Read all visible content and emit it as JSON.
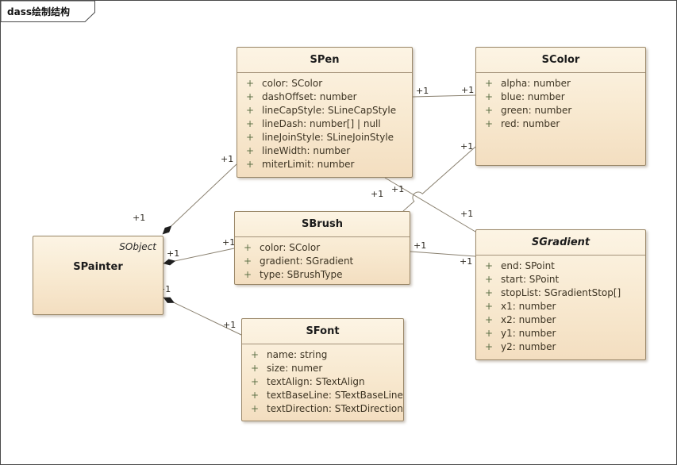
{
  "frame": {
    "label": "dass绘制结构"
  },
  "visibility_symbol": "+",
  "multiplicity": "+1",
  "classes": [
    {
      "key": "spen",
      "name": "SPen",
      "attributes": [
        "color: SColor",
        "dashOffset: number",
        "lineCapStyle: SLineCapStyle",
        "lineDash: number[] | null",
        "lineJoinStyle: SLineJoinStyle",
        "lineWidth: number",
        "miterLimit: number"
      ]
    },
    {
      "key": "scolor",
      "name": "SColor",
      "attributes": [
        "alpha: number",
        "blue: number",
        "green: number",
        "red: number"
      ]
    },
    {
      "key": "sbrush",
      "name": "SBrush",
      "attributes": [
        "color: SColor",
        "gradient: SGradient",
        "type: SBrushType"
      ]
    },
    {
      "key": "sgradient",
      "name": "SGradient",
      "attributes": [
        "end: SPoint",
        "start: SPoint",
        "stopList: SGradientStop[]",
        "x1: number",
        "x2: number",
        "y1: number",
        "y2: number"
      ]
    },
    {
      "key": "sfont",
      "name": "SFont",
      "attributes": [
        "name: string",
        "size: numer",
        "textAlign: STextAlign",
        "textBaseLine: STextBaseLine",
        "textDirection: STextDirection"
      ]
    },
    {
      "key": "spainter",
      "name": "SPainter",
      "secondary": "SObject",
      "attributes": []
    }
  ],
  "colors": {
    "box_fill_top": "#fcf4e4",
    "box_fill_bottom": "#f3dec0",
    "box_border": "#9a8768",
    "connector_line": "#8a8170",
    "composition_diamond": "#1f1f1f",
    "label_text": "#2e2a22"
  }
}
